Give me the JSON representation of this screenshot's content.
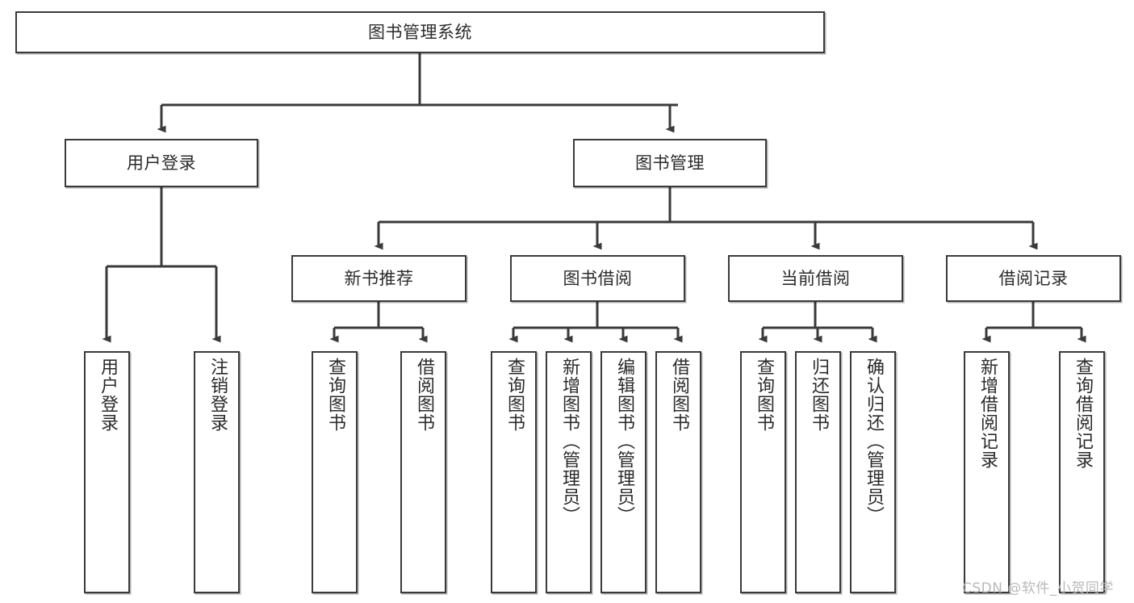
{
  "diagram": {
    "type": "tree-hierarchy-chart",
    "title": "图书管理系统",
    "background_color": "#ffffff",
    "box_border_color": "#3a3a3a",
    "text_color": "#2b2b2b",
    "connector_color": "#3a3a3a"
  },
  "root": {
    "label": "图书管理系统"
  },
  "level2": [
    {
      "label": "用户登录"
    },
    {
      "label": "图书管理"
    }
  ],
  "level3": [
    {
      "label": "新书推荐"
    },
    {
      "label": "图书借阅"
    },
    {
      "label": "当前借阅"
    },
    {
      "label": "借阅记录"
    }
  ],
  "leaves": {
    "user_login": [
      {
        "label": "用户登录"
      },
      {
        "label": "注销登录"
      }
    ],
    "new_book_recommend": [
      {
        "label": "查询图书"
      },
      {
        "label": "借阅图书"
      }
    ],
    "book_borrow": [
      {
        "label": "查询图书"
      },
      {
        "label": "新增图书（管理员）"
      },
      {
        "label": "编辑图书（管理员）"
      },
      {
        "label": "借阅图书"
      }
    ],
    "current_borrow": [
      {
        "label": "查询图书"
      },
      {
        "label": "归还图书"
      },
      {
        "label": "确认归还（管理员）"
      }
    ],
    "borrow_record": [
      {
        "label": "新增借阅记录"
      },
      {
        "label": "查询借阅记录"
      }
    ]
  },
  "watermark": {
    "text": "CSDN @软件_小贺同学"
  }
}
